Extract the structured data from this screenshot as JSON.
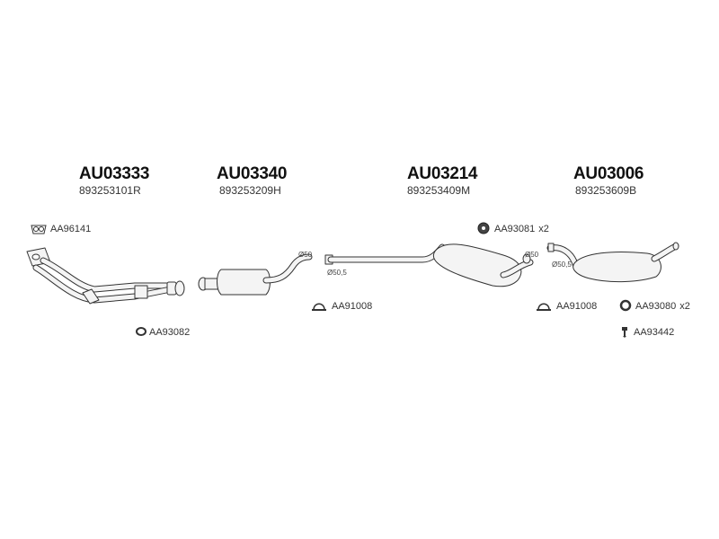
{
  "parts": [
    {
      "code": "AU03333",
      "oe": "893253101R"
    },
    {
      "code": "AU03340",
      "oe": "893253209H"
    },
    {
      "code": "AU03214",
      "oe": "893253409M"
    },
    {
      "code": "AU03006",
      "oe": "893253609B"
    }
  ],
  "accessories": {
    "gasket": {
      "code": "AA96141",
      "icon": "gasket-icon"
    },
    "ring_front": {
      "code": "AA93082",
      "icon": "ring-icon"
    },
    "clamp_1": {
      "code": "AA91008",
      "icon": "clamp-icon"
    },
    "rubber_1": {
      "code": "AA93081",
      "qty": "x2",
      "icon": "rubber-mount-icon"
    },
    "clamp_2": {
      "code": "AA91008",
      "icon": "clamp-icon"
    },
    "ring_rear": {
      "code": "AA93080",
      "qty": "x2",
      "icon": "ring-icon"
    },
    "bolt": {
      "code": "AA93442",
      "icon": "bolt-icon"
    }
  },
  "dimensions": {
    "d1": "Ø50",
    "d2": "Ø50,5",
    "d3": "Ø50",
    "d4": "Ø50,5"
  }
}
